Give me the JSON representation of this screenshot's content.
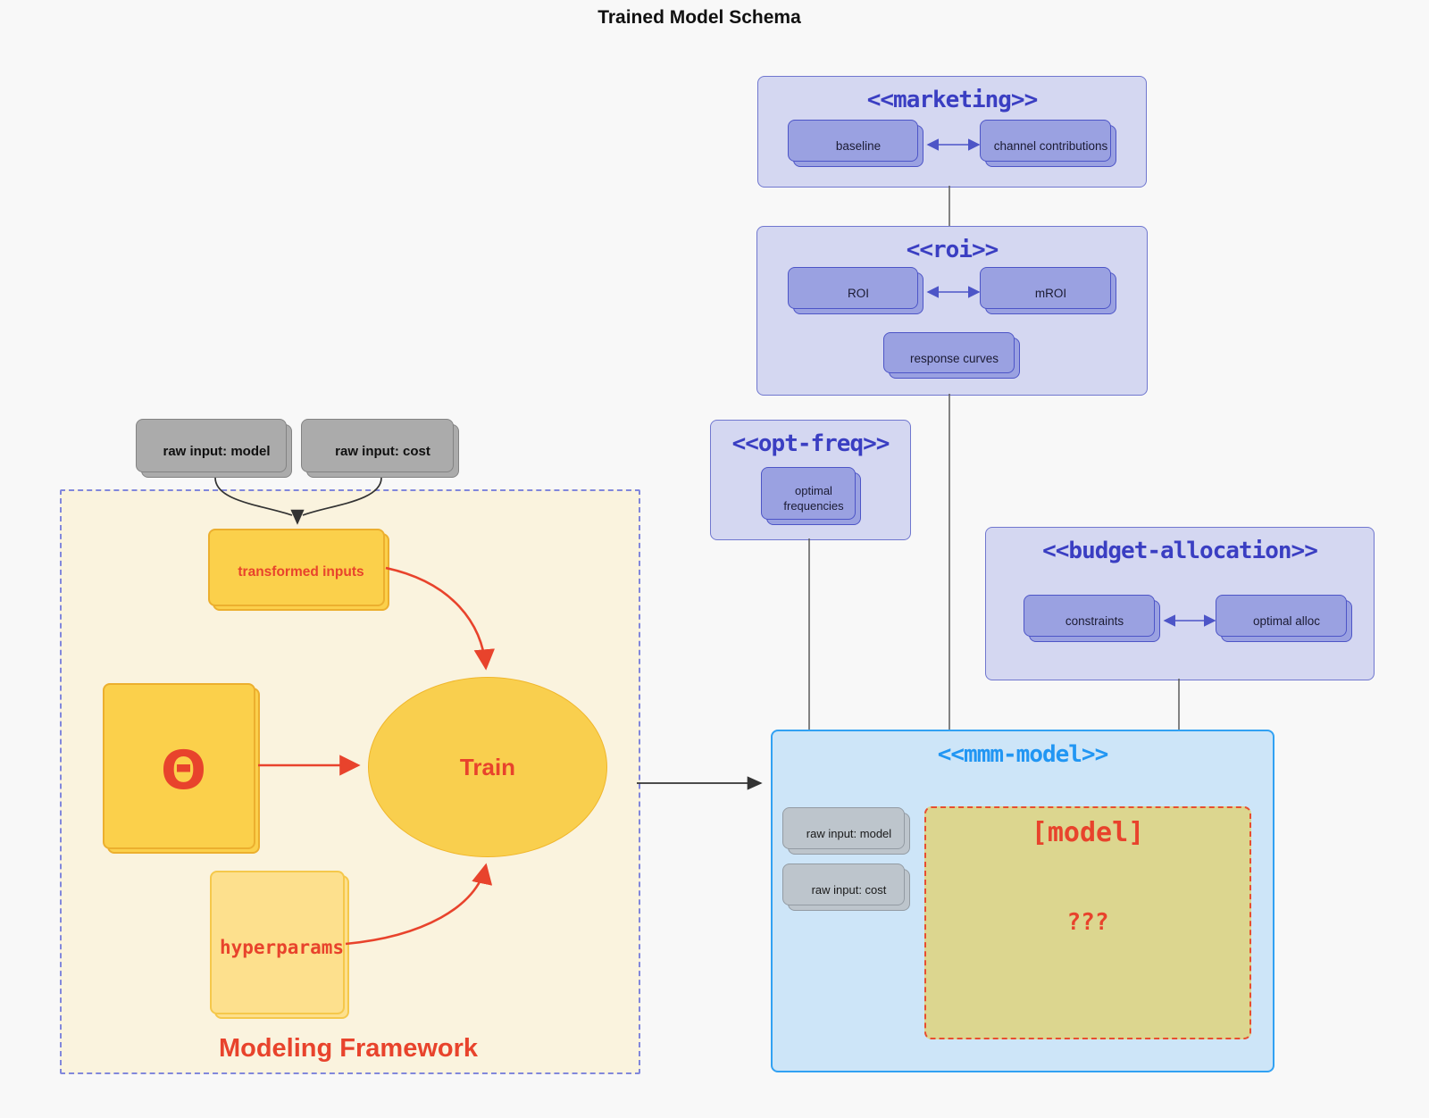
{
  "page": {
    "title": "Trained Model Schema"
  },
  "colors": {
    "background": "#f8f8f8",
    "group_fill": "#d4d7f1",
    "group_border": "#7077cf",
    "group_title": "#3a3ec2",
    "node_purple_fill": "#9aa1e1",
    "node_purple_border": "#4d55c7",
    "mmm_fill": "#cde5f8",
    "mmm_border": "#31a1f3",
    "mmm_title": "#2196f3",
    "model_placeholder_fill": "#dcd68f",
    "accent_red": "#e8432c",
    "framework_fill": "#faf3de",
    "framework_border": "#8187dc",
    "yellow_fill": "#fbd04b",
    "yellow_border": "#ecaf2e",
    "hyperparams_fill": "#fde08d",
    "hyperparams_border": "#f5c84b",
    "gray_fill": "#ababab",
    "gray_border": "#838383",
    "mmm_gray_fill": "#bdc5cc",
    "mmm_gray_border": "#939ba3"
  },
  "external_inputs": {
    "model": "raw input: model",
    "cost": "raw input: cost"
  },
  "marketing": {
    "title": "<<marketing>>",
    "baseline": "baseline",
    "channel_contributions": "channel contributions"
  },
  "roi": {
    "title": "<<roi>>",
    "roi": "ROI",
    "mroi": "mROI",
    "response_curves": "response curves"
  },
  "opt_freq": {
    "title": "<<opt-freq>>",
    "optimal_frequencies": "optimal frequencies"
  },
  "budget_allocation": {
    "title": "<<budget-allocation>>",
    "constraints": "constraints",
    "optimal_alloc": "optimal alloc"
  },
  "mmm_model": {
    "title": "<<mmm-model>>",
    "raw_input_model": "raw input: model",
    "raw_input_cost": "raw input: cost",
    "model_placeholder": "[model]",
    "unknown_value": "???"
  },
  "modeling_framework": {
    "label": "Modeling Framework",
    "transformed_inputs": "transformed inputs",
    "theta": "Θ",
    "train": "Train",
    "hyperparams": "hyperparams"
  },
  "edges": [
    "raw input: model -> transformed inputs",
    "raw input: cost -> transformed inputs",
    "transformed inputs -> Train",
    "Θ -> Train",
    "hyperparams -> Train",
    "Modeling Framework -> <<mmm-model>>",
    "<<marketing>> -- <<roi>>",
    "<<roi>> -- <<mmm-model>>",
    "<<opt-freq>> -- <<mmm-model>>",
    "<<budget-allocation>> -- <<mmm-model>>",
    "baseline <-> channel contributions",
    "ROI <-> mROI",
    "constraints <-> optimal alloc"
  ]
}
